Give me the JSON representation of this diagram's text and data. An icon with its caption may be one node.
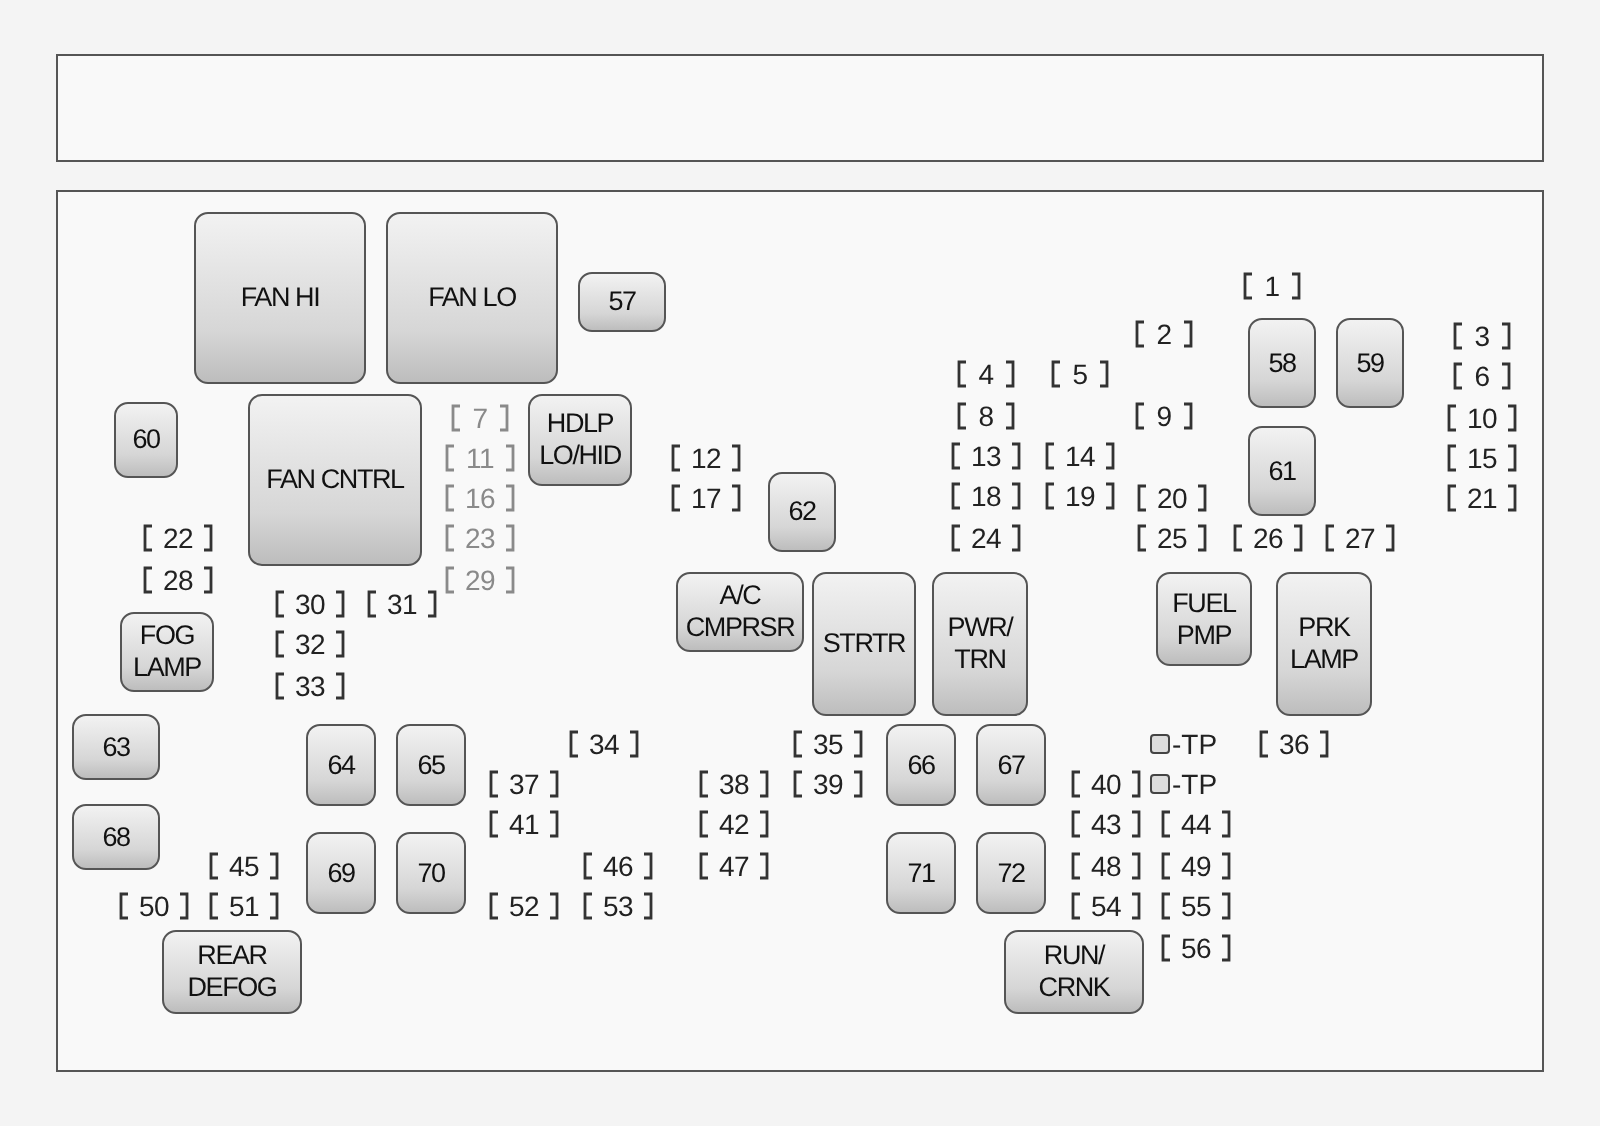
{
  "diagram": {
    "nodes": [
      {
        "text": [
          "FAN HI"
        ]
      },
      {
        "text": [
          "FAN LO"
        ]
      },
      {
        "text": [
          "57"
        ]
      },
      {
        "text": [
          "1"
        ]
      },
      {
        "text": [
          "2"
        ]
      },
      {
        "text": [
          "58"
        ]
      },
      {
        "text": [
          "59"
        ]
      },
      {
        "text": [
          "3"
        ]
      },
      {
        "text": [
          "4"
        ]
      },
      {
        "text": [
          "5"
        ]
      },
      {
        "text": [
          "6"
        ]
      },
      {
        "text": [
          "60"
        ]
      },
      {
        "text": [
          "FAN CNTRL"
        ]
      },
      {
        "text": [
          "7"
        ]
      },
      {
        "text": [
          "HDLP LO/HID"
        ]
      },
      {
        "text": [
          "8"
        ]
      },
      {
        "text": [
          "9"
        ]
      },
      {
        "text": [
          "10"
        ]
      },
      {
        "text": [
          "11"
        ]
      },
      {
        "text": [
          "12"
        ]
      },
      {
        "text": [
          "13"
        ]
      },
      {
        "text": [
          "14"
        ]
      },
      {
        "text": [
          "61"
        ]
      },
      {
        "text": [
          "15"
        ]
      },
      {
        "text": [
          "16"
        ]
      },
      {
        "text": [
          "62"
        ]
      },
      {
        "text": [
          "17"
        ]
      },
      {
        "text": [
          "18"
        ]
      },
      {
        "text": [
          "19"
        ]
      },
      {
        "text": [
          "20"
        ]
      },
      {
        "text": [
          "21"
        ]
      },
      {
        "text": [
          "22"
        ]
      },
      {
        "text": [
          "23"
        ]
      },
      {
        "text": [
          "24"
        ]
      },
      {
        "text": [
          "25"
        ]
      },
      {
        "text": [
          "26"
        ]
      },
      {
        "text": [
          "27"
        ]
      },
      {
        "text": [
          "28"
        ]
      },
      {
        "text": [
          "29"
        ]
      },
      {
        "text": [
          "A/C CMPRSR"
        ]
      },
      {
        "text": [
          "STRTR"
        ]
      },
      {
        "text": [
          "PWR/ TRN"
        ]
      },
      {
        "text": [
          "FUEL PMP"
        ]
      },
      {
        "text": [
          "PRK LAMP"
        ]
      },
      {
        "text": [
          "30"
        ]
      },
      {
        "text": [
          "31"
        ]
      },
      {
        "text": [
          "FOG LAMP"
        ]
      },
      {
        "text": [
          "32"
        ]
      },
      {
        "text": [
          "33"
        ]
      },
      {
        "text": [
          "63"
        ]
      },
      {
        "text": [
          "64"
        ]
      },
      {
        "text": [
          "65"
        ]
      },
      {
        "text": [
          "34"
        ]
      },
      {
        "text": [
          "35"
        ]
      },
      {
        "text": [
          "66"
        ]
      },
      {
        "text": [
          "67"
        ]
      },
      {
        "text": [
          "-TP"
        ]
      },
      {
        "text": [
          "36"
        ]
      },
      {
        "text": [
          "37"
        ]
      },
      {
        "text": [
          "38"
        ]
      },
      {
        "text": [
          "39"
        ]
      },
      {
        "text": [
          "40"
        ]
      },
      {
        "text": [
          "-TP"
        ]
      },
      {
        "text": [
          "68"
        ]
      },
      {
        "text": [
          "41"
        ]
      },
      {
        "text": [
          "42"
        ]
      },
      {
        "text": [
          "43"
        ]
      },
      {
        "text": [
          "44"
        ]
      },
      {
        "text": [
          "45"
        ]
      },
      {
        "text": [
          "69"
        ]
      },
      {
        "text": [
          "70"
        ]
      },
      {
        "text": [
          "46"
        ]
      },
      {
        "text": [
          "47"
        ]
      },
      {
        "text": [
          "71"
        ]
      },
      {
        "text": [
          "72"
        ]
      },
      {
        "text": [
          "48"
        ]
      },
      {
        "text": [
          "49"
        ]
      },
      {
        "text": [
          "50"
        ]
      },
      {
        "text": [
          "51"
        ]
      },
      {
        "text": [
          "52"
        ]
      },
      {
        "text": [
          "53"
        ]
      },
      {
        "text": [
          "54"
        ]
      },
      {
        "text": [
          "55"
        ]
      },
      {
        "text": [
          "REAR DEFOG"
        ]
      },
      {
        "text": [
          "RUN/ CRNK"
        ]
      },
      {
        "text": [
          "56"
        ]
      }
    ]
  }
}
